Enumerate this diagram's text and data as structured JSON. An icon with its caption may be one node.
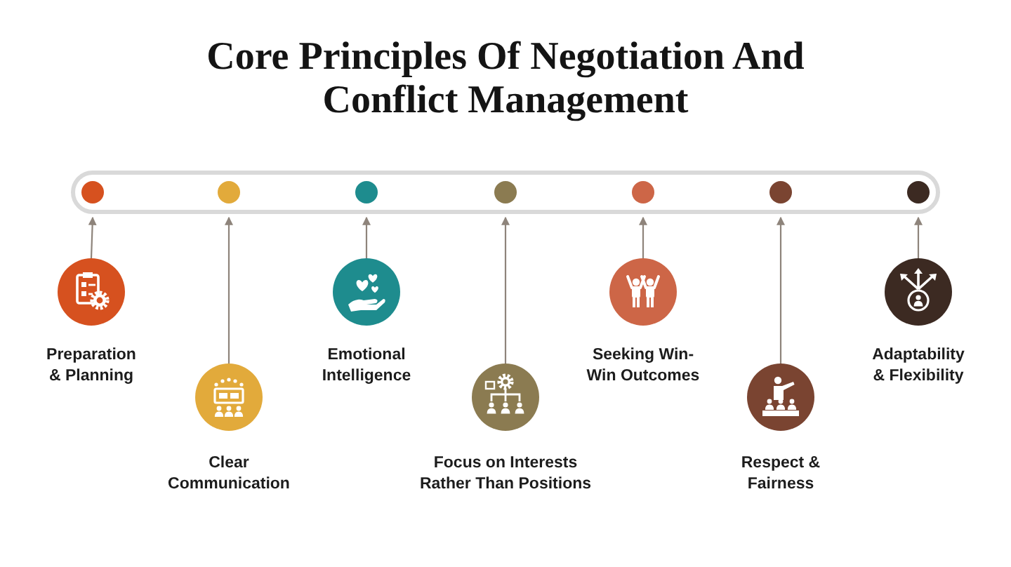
{
  "diagram": {
    "title": "Core Principles Of Negotiation And Conflict Management",
    "nodes": [
      {
        "text": [],
        "shape": "circle"
      },
      {
        "text": [],
        "shape": "circle"
      },
      {
        "text": [],
        "shape": "circle"
      },
      {
        "text": [],
        "shape": "circle"
      },
      {
        "text": [],
        "shape": "circle"
      },
      {
        "text": [],
        "shape": "circle"
      },
      {
        "text": [],
        "shape": "circle"
      },
      {
        "text": [
          "Preparation & Planning"
        ]
      },
      {
        "text": [
          "Clear Communication"
        ]
      },
      {
        "text": [
          "Emotional Intelligence"
        ]
      },
      {
        "text": [
          "Focus on Interests Rather Than Positions"
        ]
      },
      {
        "text": [
          "Seeking Win-Win Outcomes"
        ]
      },
      {
        "text": [
          "Respect & Fairness"
        ]
      },
      {
        "text": [
          "Adaptability & Flexibility"
        ]
      }
    ],
    "edges": [
      {
        "from": 7,
        "to": 0,
        "arrow": "to"
      },
      {
        "from": 8,
        "to": 1,
        "arrow": "to"
      },
      {
        "from": 9,
        "to": 2,
        "arrow": "to"
      },
      {
        "from": 10,
        "to": 3,
        "arrow": "to"
      },
      {
        "from": 11,
        "to": 4,
        "arrow": "to"
      },
      {
        "from": 12,
        "to": 5,
        "arrow": "to"
      },
      {
        "from": 13,
        "to": 6,
        "arrow": "to"
      }
    ]
  }
}
